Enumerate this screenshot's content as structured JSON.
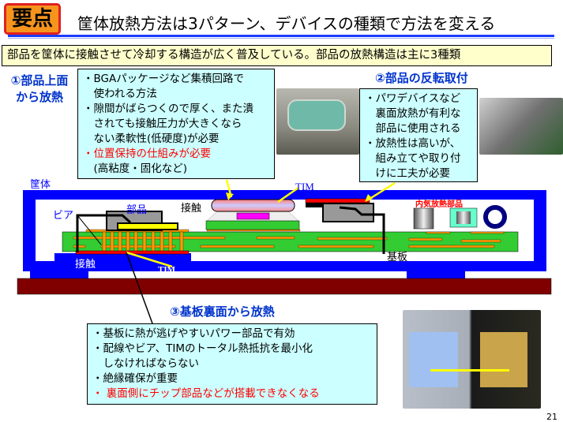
{
  "badge": "要点",
  "title": "筐体放熱方法は3パターン、デバイスの種類で方法を変える",
  "summary": "部品を筐体に接触させて冷却する構造が広く普及している。部品の放熱構造は主に3種類",
  "method1": {
    "heading_line1": "①部品上面",
    "heading_line2": "から放熱",
    "lines": [
      "・BGAパッケージなど集積回路で",
      "　使われる方法",
      "・隙間がばらつくので厚く、また潰",
      "　されても接触圧力が大きくなら",
      "　ない柔軟性(低硬度)が必要"
    ],
    "red_line": "・位置保持の仕組みが必要",
    "last_line": "　(高粘度・固化など)"
  },
  "method2": {
    "heading": "②部品の反転取付",
    "lines": [
      "・パワデバイスなど",
      "　裏面放熱が有利な",
      "　部品に使用される",
      "・放熱性は高いが、",
      "　組み立てや取り付",
      "　けに工夫が必要"
    ]
  },
  "method3": {
    "heading": "③基板裏面から放熱",
    "lines": [
      "・基板に熱が逃げやすいパワー部品で有効",
      "・配線やビア、TIMのトータル熱抵抗を最小化",
      "　しなければならない",
      "・絶縁確保が重要"
    ],
    "red_line": "・ 裏面側にチップ部品などが搭載できなくなる"
  },
  "diagram": {
    "enclosure": "筐体",
    "via": "ビア",
    "component": "部品",
    "contact_top": "接触",
    "tim_top": "TIM",
    "internal_parts": "内気放熱部品",
    "board": "基板",
    "contact_bottom": "接触",
    "tim_bottom": "TIM"
  },
  "page_number": "21",
  "colors": {
    "enclosure": "#0000ff",
    "board": "#33cc33",
    "trace": "#ff9900",
    "base": "#800000",
    "callout": "#ccffff",
    "summary": "#ffffcc",
    "heading": "#0033cc"
  }
}
